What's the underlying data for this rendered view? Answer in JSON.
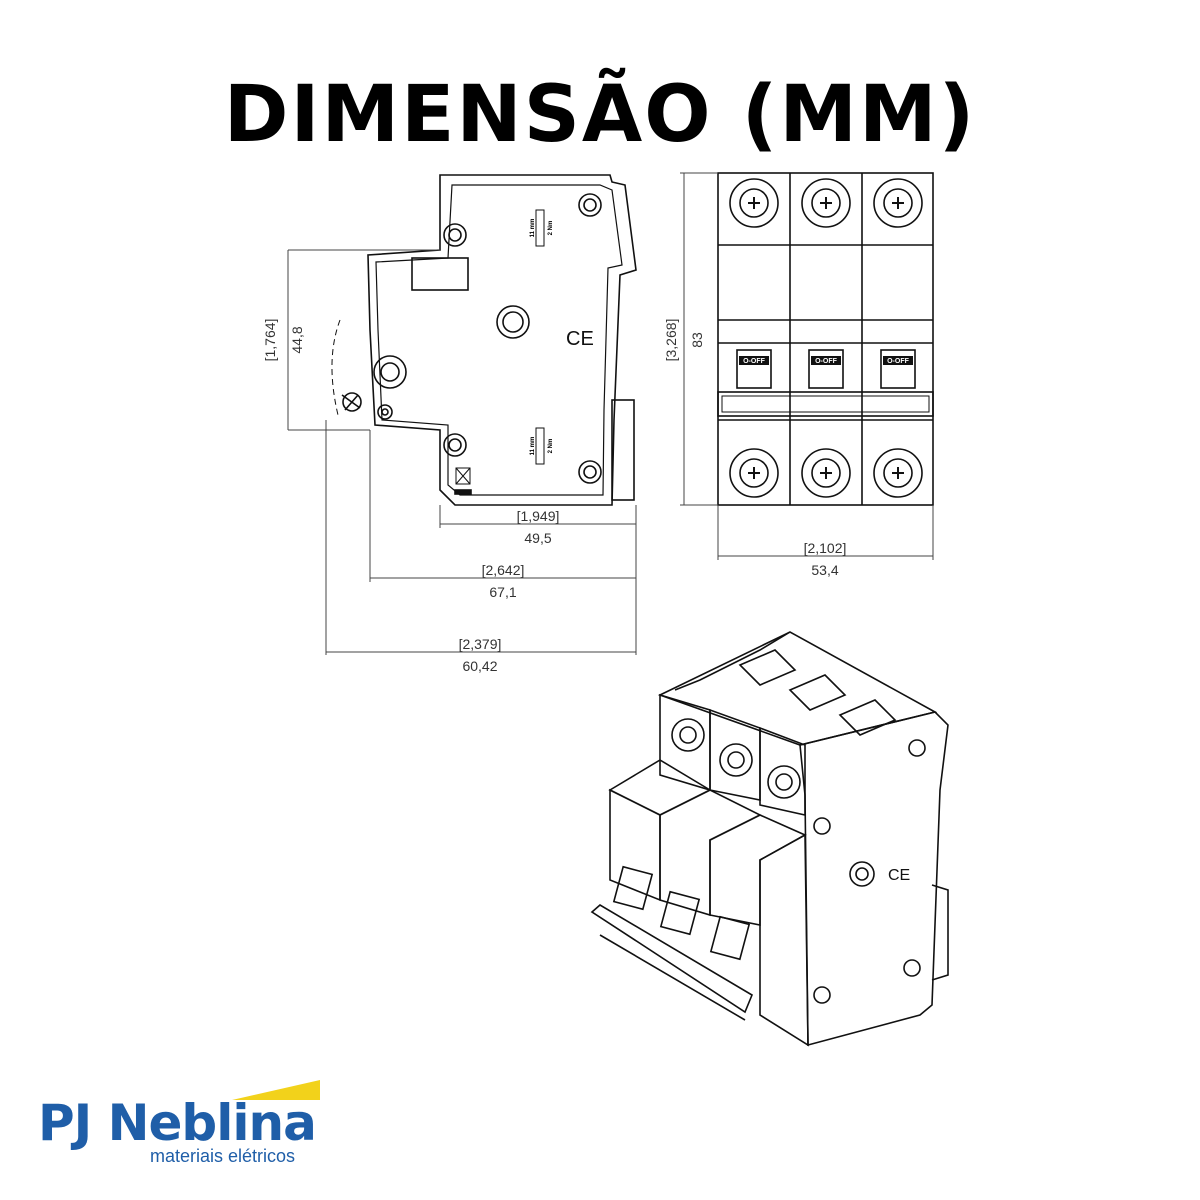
{
  "title": "DIMENSÃO (MM)",
  "side_view": {
    "ce_mark": "CE",
    "label_top_a": "11 mm",
    "label_top_b": "2 Nm",
    "label_bot_a": "11 mm",
    "label_bot_b": "2 Nm",
    "dim_height_in": "[1,764]",
    "dim_height_mm": "44,8",
    "dim_depth_in": "[1,949]",
    "dim_depth_mm": "49,5",
    "dim_width_in": "[2,642]",
    "dim_width_mm": "67,1",
    "dim_total_in": "[2,379]",
    "dim_total_mm": "60,42"
  },
  "front_view": {
    "switch_label": "O-OFF",
    "dim_height_in": "[3,268]",
    "dim_height_mm": "83",
    "dim_width_in": "[2,102]",
    "dim_width_mm": "53,4"
  },
  "brand": {
    "name": "PJ Neblina",
    "tagline": "materiais elétricos",
    "primary_color": "#1f5ea8",
    "accent_color": "#f2d21b"
  }
}
